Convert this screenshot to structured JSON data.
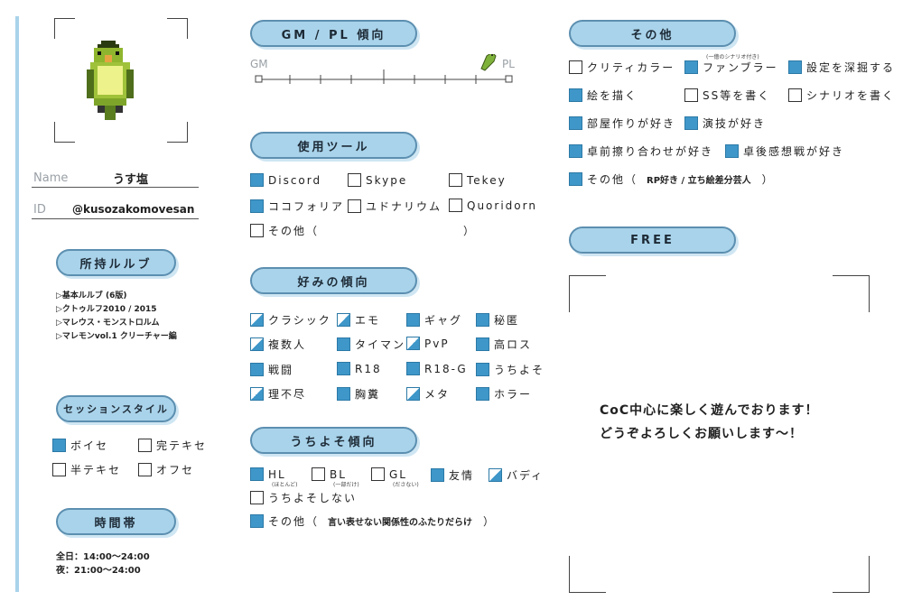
{
  "profile": {
    "name_label": "Name",
    "name_value": "うす塩",
    "id_label": "ID",
    "id_value": "@kusozakomovesan"
  },
  "rules": {
    "title": "所持ルルブ",
    "items": [
      "▷基本ルルブ (6版)",
      "▷クトゥルフ2010 / 2015",
      "▷マレウス・モンストロルム",
      "▷マレモンvol.1 クリーチャー編"
    ]
  },
  "session": {
    "title": "セッションスタイル",
    "items": [
      {
        "label": "ボイセ",
        "state": "full"
      },
      {
        "label": "完テキセ",
        "state": "empty"
      },
      {
        "label": "半テキセ",
        "state": "empty"
      },
      {
        "label": "オフセ",
        "state": "empty"
      }
    ]
  },
  "time": {
    "title": "時間帯",
    "lines": [
      "全日：14:00〜24:00",
      "夜：21:00〜24:00"
    ]
  },
  "gmpl": {
    "title": "GM / PL 傾向",
    "left_label": "GM",
    "right_label": "PL",
    "position": 0.92
  },
  "tools": {
    "title": "使用ツール",
    "items": [
      {
        "label": "Discord",
        "state": "full"
      },
      {
        "label": "Skype",
        "state": "empty"
      },
      {
        "label": "Tekey",
        "state": "empty"
      },
      {
        "label": "ココフォリア",
        "state": "full"
      },
      {
        "label": "ユドナリウム",
        "state": "empty"
      },
      {
        "label": "Quoridorn",
        "state": "empty"
      },
      {
        "label": "その他（",
        "state": "empty",
        "suffix": "）"
      }
    ]
  },
  "likes": {
    "title": "好みの傾向",
    "items": [
      {
        "label": "クラシック",
        "state": "half"
      },
      {
        "label": "エモ",
        "state": "half"
      },
      {
        "label": "ギャグ",
        "state": "full"
      },
      {
        "label": "秘匿",
        "state": "full"
      },
      {
        "label": "複数人",
        "state": "half"
      },
      {
        "label": "タイマン",
        "state": "full"
      },
      {
        "label": "PvP",
        "state": "half"
      },
      {
        "label": "高ロス",
        "state": "full"
      },
      {
        "label": "戦闘",
        "state": "full"
      },
      {
        "label": "R18",
        "state": "full"
      },
      {
        "label": "R18-G",
        "state": "full"
      },
      {
        "label": "うちよそ",
        "state": "full"
      },
      {
        "label": "理不尽",
        "state": "half"
      },
      {
        "label": "胸糞",
        "state": "full"
      },
      {
        "label": "メタ",
        "state": "half"
      },
      {
        "label": "ホラー",
        "state": "full"
      }
    ]
  },
  "uchiyoso": {
    "title": "うちよそ傾向",
    "items": [
      {
        "label": "HL",
        "sub": "(ほとんど)",
        "state": "full"
      },
      {
        "label": "BL",
        "sub": "(一部だけ)",
        "state": "empty"
      },
      {
        "label": "GL",
        "sub": "(ださない)",
        "state": "empty"
      },
      {
        "label": "友情",
        "state": "full"
      },
      {
        "label": "バディ",
        "state": "half"
      },
      {
        "label": "うちよそしない",
        "state": "empty"
      },
      {
        "label": "その他（",
        "state": "full",
        "note": "言い表せない関係性のふたりだらけ",
        "suffix": "）"
      }
    ]
  },
  "other": {
    "title": "その他",
    "items": [
      {
        "label": "クリティカラー",
        "state": "empty"
      },
      {
        "label": "ファンブラー",
        "sub": "(一億のシナリオ付き)",
        "state": "full"
      },
      {
        "label": "設定を深掘する",
        "state": "full"
      },
      {
        "label": "絵を描く",
        "state": "full"
      },
      {
        "label": "SS等を書く",
        "state": "empty"
      },
      {
        "label": "シナリオを書く",
        "state": "empty"
      },
      {
        "label": "部屋作りが好き",
        "state": "full"
      },
      {
        "label": "演技が好き",
        "state": "full"
      },
      {
        "label": "卓前擦り合わせが好き",
        "state": "full"
      },
      {
        "label": "卓後感想戦が好き",
        "state": "full"
      },
      {
        "label": "その他（",
        "state": "full",
        "note": "RP好き / 立ち絵差分芸人",
        "suffix": "）"
      }
    ]
  },
  "free": {
    "title": "FREE",
    "lines": [
      "CoC中心に楽しく遊んでおります！",
      "どうぞよろしくお願いします〜！"
    ]
  },
  "colors": {
    "accent": "#a9d3ea",
    "check": "#3f97c9",
    "bird": "#b8d44a"
  },
  "icons": {
    "avatar": "pixel-parakeet-icon",
    "marker": "parakeet-icon"
  }
}
